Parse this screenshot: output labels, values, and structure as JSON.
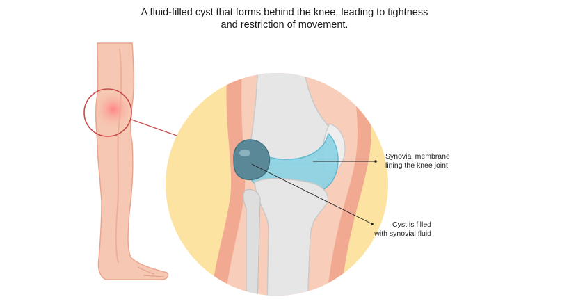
{
  "title": {
    "line1": "A fluid-filled cyst that forms behind the knee, leading to tightness",
    "line2": "and restriction of movement."
  },
  "labels": {
    "membrane_line1": "Synovial membrane",
    "membrane_line2": "lining the knee joint",
    "cyst_line1": "Cyst is filled",
    "cyst_line2": "with synovial fluid"
  },
  "colors": {
    "skin": "#f6c7b2",
    "skin_shadow": "#eba58e",
    "background_circle": "#fde3a2",
    "bone": "#e6e6e6",
    "fluid": "#8ed3e4",
    "cyst": "#5a8896",
    "highlight": "#e23b3b"
  }
}
